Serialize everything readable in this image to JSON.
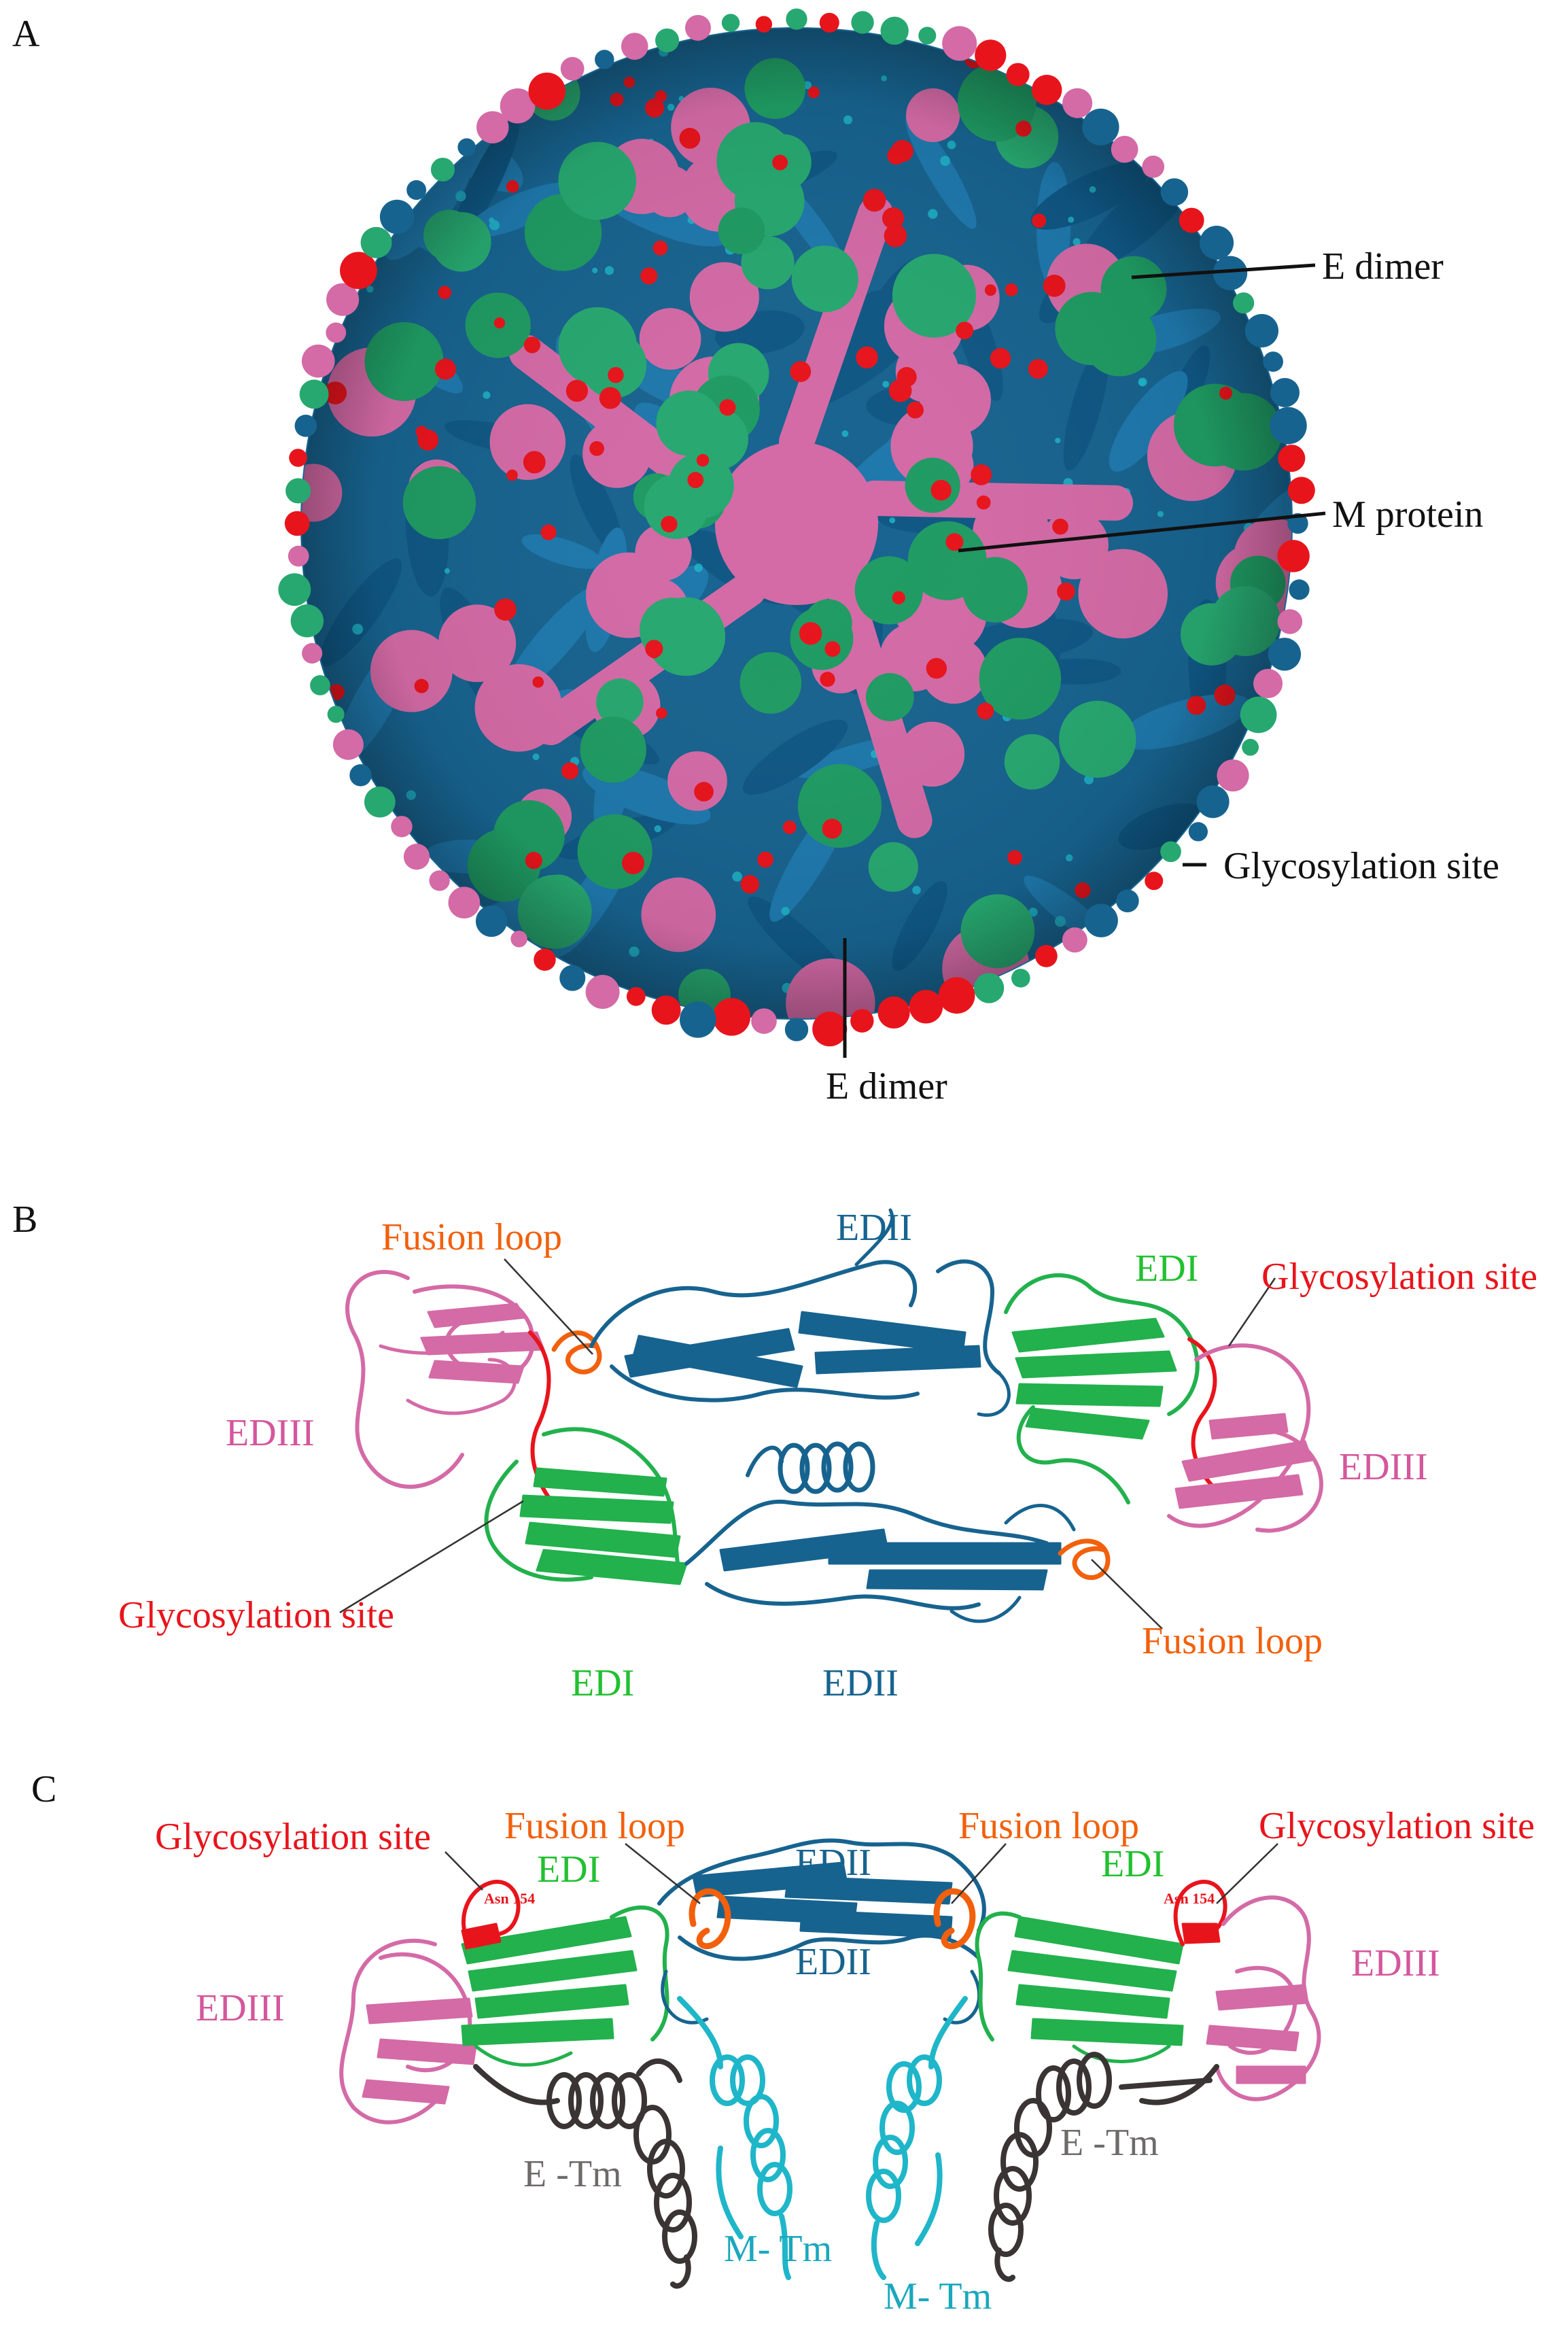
{
  "panels": {
    "a": {
      "letter": "A",
      "labels": {
        "e_dimer_top": "E  dimer",
        "m_protein": "M protein",
        "glyco": "Glycosylation site",
        "e_dimer_bottom": "E dimer"
      }
    },
    "b": {
      "letter": "B",
      "labels": {
        "fusion_loop_left": "Fusion loop",
        "edii_top": "EDII",
        "edi_top": "EDI",
        "glyco_right": "Glycosylation site",
        "ediii_left": "EDIII",
        "ediii_right": "EDIII",
        "glyco_left": "Glycosylation site",
        "fusion_loop_right": "Fusion loop",
        "edi_bottom": "EDI",
        "edii_bottom": "EDII"
      }
    },
    "c": {
      "letter": "C",
      "labels": {
        "glyco_left": "Glycosylation site",
        "fusion_loop_left": "Fusion loop",
        "fusion_loop_right": "Fusion loop",
        "glyco_right": "Glycosylation site",
        "edii_top": "EDII",
        "edi_left": "EDI",
        "edi_right": "EDI",
        "edii_mid": "EDII",
        "asn_left": "Asn 154",
        "asn_right": "Asn 154",
        "ediii_left": "EDIII",
        "ediii_right": "EDIII",
        "etm_left": "E -Tm",
        "etm_right": "E -Tm",
        "mtm_left": "M- Tm",
        "mtm_right": "M- Tm"
      }
    }
  },
  "colors": {
    "e_domain_ii": "#17638f",
    "e_domain_i": "#22b14c",
    "e_domain_iii": "#d46aa6",
    "glycosylation": "#e8141c",
    "fusion_loop": "#f2600c",
    "m_protein": "#1fb6c9",
    "transmembrane": "#3a3434",
    "label_text": "#111111",
    "label_edii": "#17638f",
    "label_edi": "#22c030",
    "label_ediii": "#d4579c",
    "label_glyco": "#e8141c",
    "label_fusion": "#f2600c",
    "label_tm": "#6e6a6a",
    "label_mtm": "#1aa8bd"
  }
}
